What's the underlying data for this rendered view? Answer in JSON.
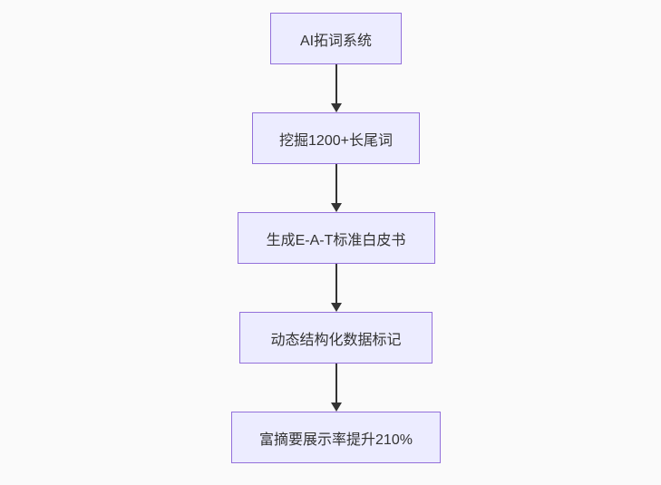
{
  "flowchart": {
    "direction": "top-down",
    "nodes": [
      {
        "label": "AI拓词系统"
      },
      {
        "label": "挖掘1200+长尾词"
      },
      {
        "label": "生成E-A-T标准白皮书"
      },
      {
        "label": "动态结构化数据标记"
      },
      {
        "label": "富摘要展示率提升210%"
      }
    ],
    "edges": [
      {
        "from": 0,
        "to": 1
      },
      {
        "from": 1,
        "to": 2
      },
      {
        "from": 2,
        "to": 3
      },
      {
        "from": 3,
        "to": 4
      }
    ],
    "colors": {
      "background": "#fafafa",
      "node_fill": "#ececff",
      "node_border": "#9370db",
      "text": "#333333",
      "arrow": "#333333"
    }
  }
}
